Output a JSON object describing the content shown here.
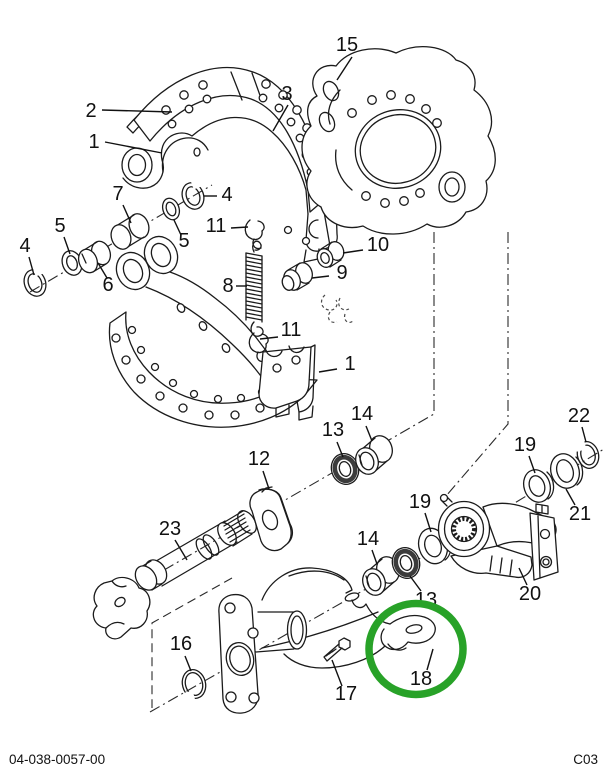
{
  "diagram": {
    "kind": "exploded-parts-diagram",
    "line_color": "#1b1b1b",
    "background": "#ffffff",
    "highlight": {
      "shape": "ellipse",
      "color": "#28a228",
      "encircles_callout": "18"
    }
  },
  "callouts": [
    {
      "label": "2"
    },
    {
      "label": "1"
    },
    {
      "label": "3"
    },
    {
      "label": "15"
    },
    {
      "label": "7"
    },
    {
      "label": "4"
    },
    {
      "label": "5"
    },
    {
      "label": "11"
    },
    {
      "label": "5"
    },
    {
      "label": "4"
    },
    {
      "label": "6"
    },
    {
      "label": "8"
    },
    {
      "label": "10"
    },
    {
      "label": "9"
    },
    {
      "label": "11"
    },
    {
      "label": "1"
    },
    {
      "label": "12"
    },
    {
      "label": "13"
    },
    {
      "label": "14"
    },
    {
      "label": "23"
    },
    {
      "label": "16"
    },
    {
      "label": "17"
    },
    {
      "label": "18"
    },
    {
      "label": "19"
    },
    {
      "label": "14"
    },
    {
      "label": "13"
    },
    {
      "label": "20"
    },
    {
      "label": "19"
    },
    {
      "label": "21"
    },
    {
      "label": "22"
    }
  ],
  "footer": {
    "left_code": "04-038-0057-00",
    "right_code": "C03"
  }
}
